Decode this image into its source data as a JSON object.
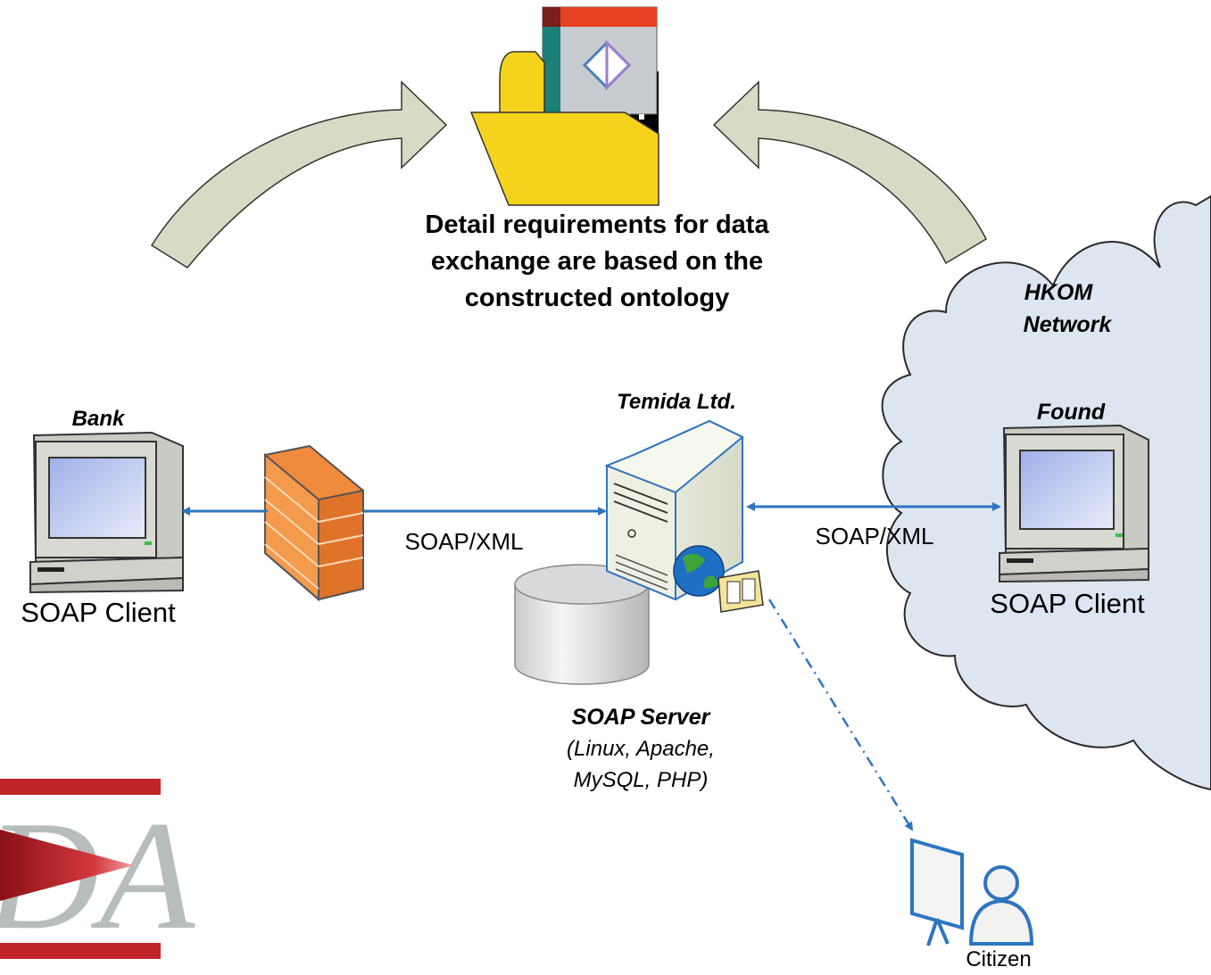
{
  "caption": {
    "lines": [
      "Detail requirements for data",
      "exchange are based on the",
      "constructed ontology"
    ]
  },
  "cloud": {
    "lines": [
      "HKOM",
      "Network"
    ]
  },
  "bank": {
    "name": "Bank",
    "role": "SOAP Client"
  },
  "found": {
    "name": "Found",
    "role": "SOAP Client"
  },
  "server": {
    "owner": "Temida Ltd.",
    "title": "SOAP Server",
    "stack_lines": [
      "(Linux, Apache,",
      "MySQL, PHP)"
    ]
  },
  "links": {
    "left_protocol": "SOAP/XML",
    "right_protocol": "SOAP/XML"
  },
  "citizen": {
    "label": "Citizen"
  },
  "logo": {
    "text": "DA"
  },
  "colors": {
    "arrow_blue": "#2e75c0",
    "cloud_fill": "#dde6f0",
    "cloud_stroke": "#2a2a2a",
    "curved_arrow_fill": "#d6dcc4",
    "firewall": "#f08a3c",
    "folder": "#f5d31d",
    "logo_red": "#c0252a",
    "logo_gray": "#b7bcbd"
  },
  "icons": [
    "folder-document-icon",
    "curved-arrow-icon",
    "computer-icon",
    "firewall-icon",
    "server-tower-icon",
    "database-icon",
    "globe-icon",
    "presentation-board-icon",
    "person-icon",
    "cloud-icon"
  ]
}
